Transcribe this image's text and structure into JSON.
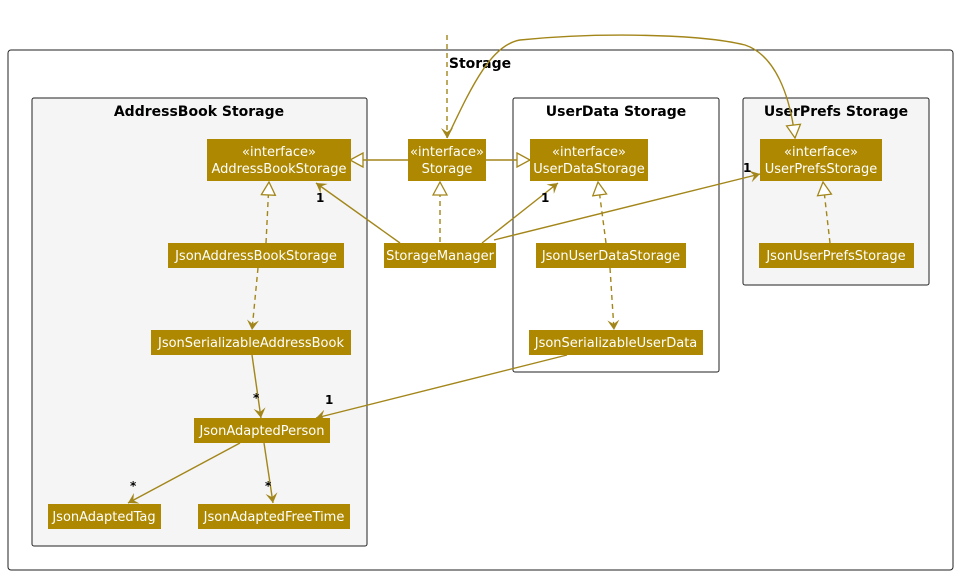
{
  "packages": {
    "storage": "Storage",
    "addressbook": "AddressBook Storage",
    "userdata": "UserData Storage",
    "userprefs": "UserPrefs Storage"
  },
  "classes": {
    "addressBookStorage": {
      "stereotype": "«interface»",
      "name": "AddressBookStorage"
    },
    "storage": {
      "stereotype": "«interface»",
      "name": "Storage"
    },
    "userDataStorage": {
      "stereotype": "«interface»",
      "name": "UserDataStorage"
    },
    "userPrefsStorage": {
      "stereotype": "«interface»",
      "name": "UserPrefsStorage"
    },
    "jsonAddressBookStorage": {
      "name": "JsonAddressBookStorage"
    },
    "storageManager": {
      "name": "StorageManager"
    },
    "jsonUserDataStorage": {
      "name": "JsonUserDataStorage"
    },
    "jsonUserPrefsStorage": {
      "name": "JsonUserPrefsStorage"
    },
    "jsonSerializableAddressBook": {
      "name": "JsonSerializableAddressBook"
    },
    "jsonSerializableUserData": {
      "name": "JsonSerializableUserData"
    },
    "jsonAdaptedPerson": {
      "name": "JsonAdaptedPerson"
    },
    "jsonAdaptedTag": {
      "name": "JsonAdaptedTag"
    },
    "jsonAdaptedFreeTime": {
      "name": "JsonAdaptedFreeTime"
    }
  },
  "multiplicities": {
    "addressBookStorage": "1",
    "userDataStorage": "1",
    "userPrefsStorage": "1",
    "personFromUserData": "1",
    "personFromAddressBook": "*",
    "tag": "*",
    "freeTime": "*"
  },
  "colors": {
    "classFill": "#ad8800",
    "edge": "#a3861a",
    "packageFill": "#f4f5f4"
  }
}
